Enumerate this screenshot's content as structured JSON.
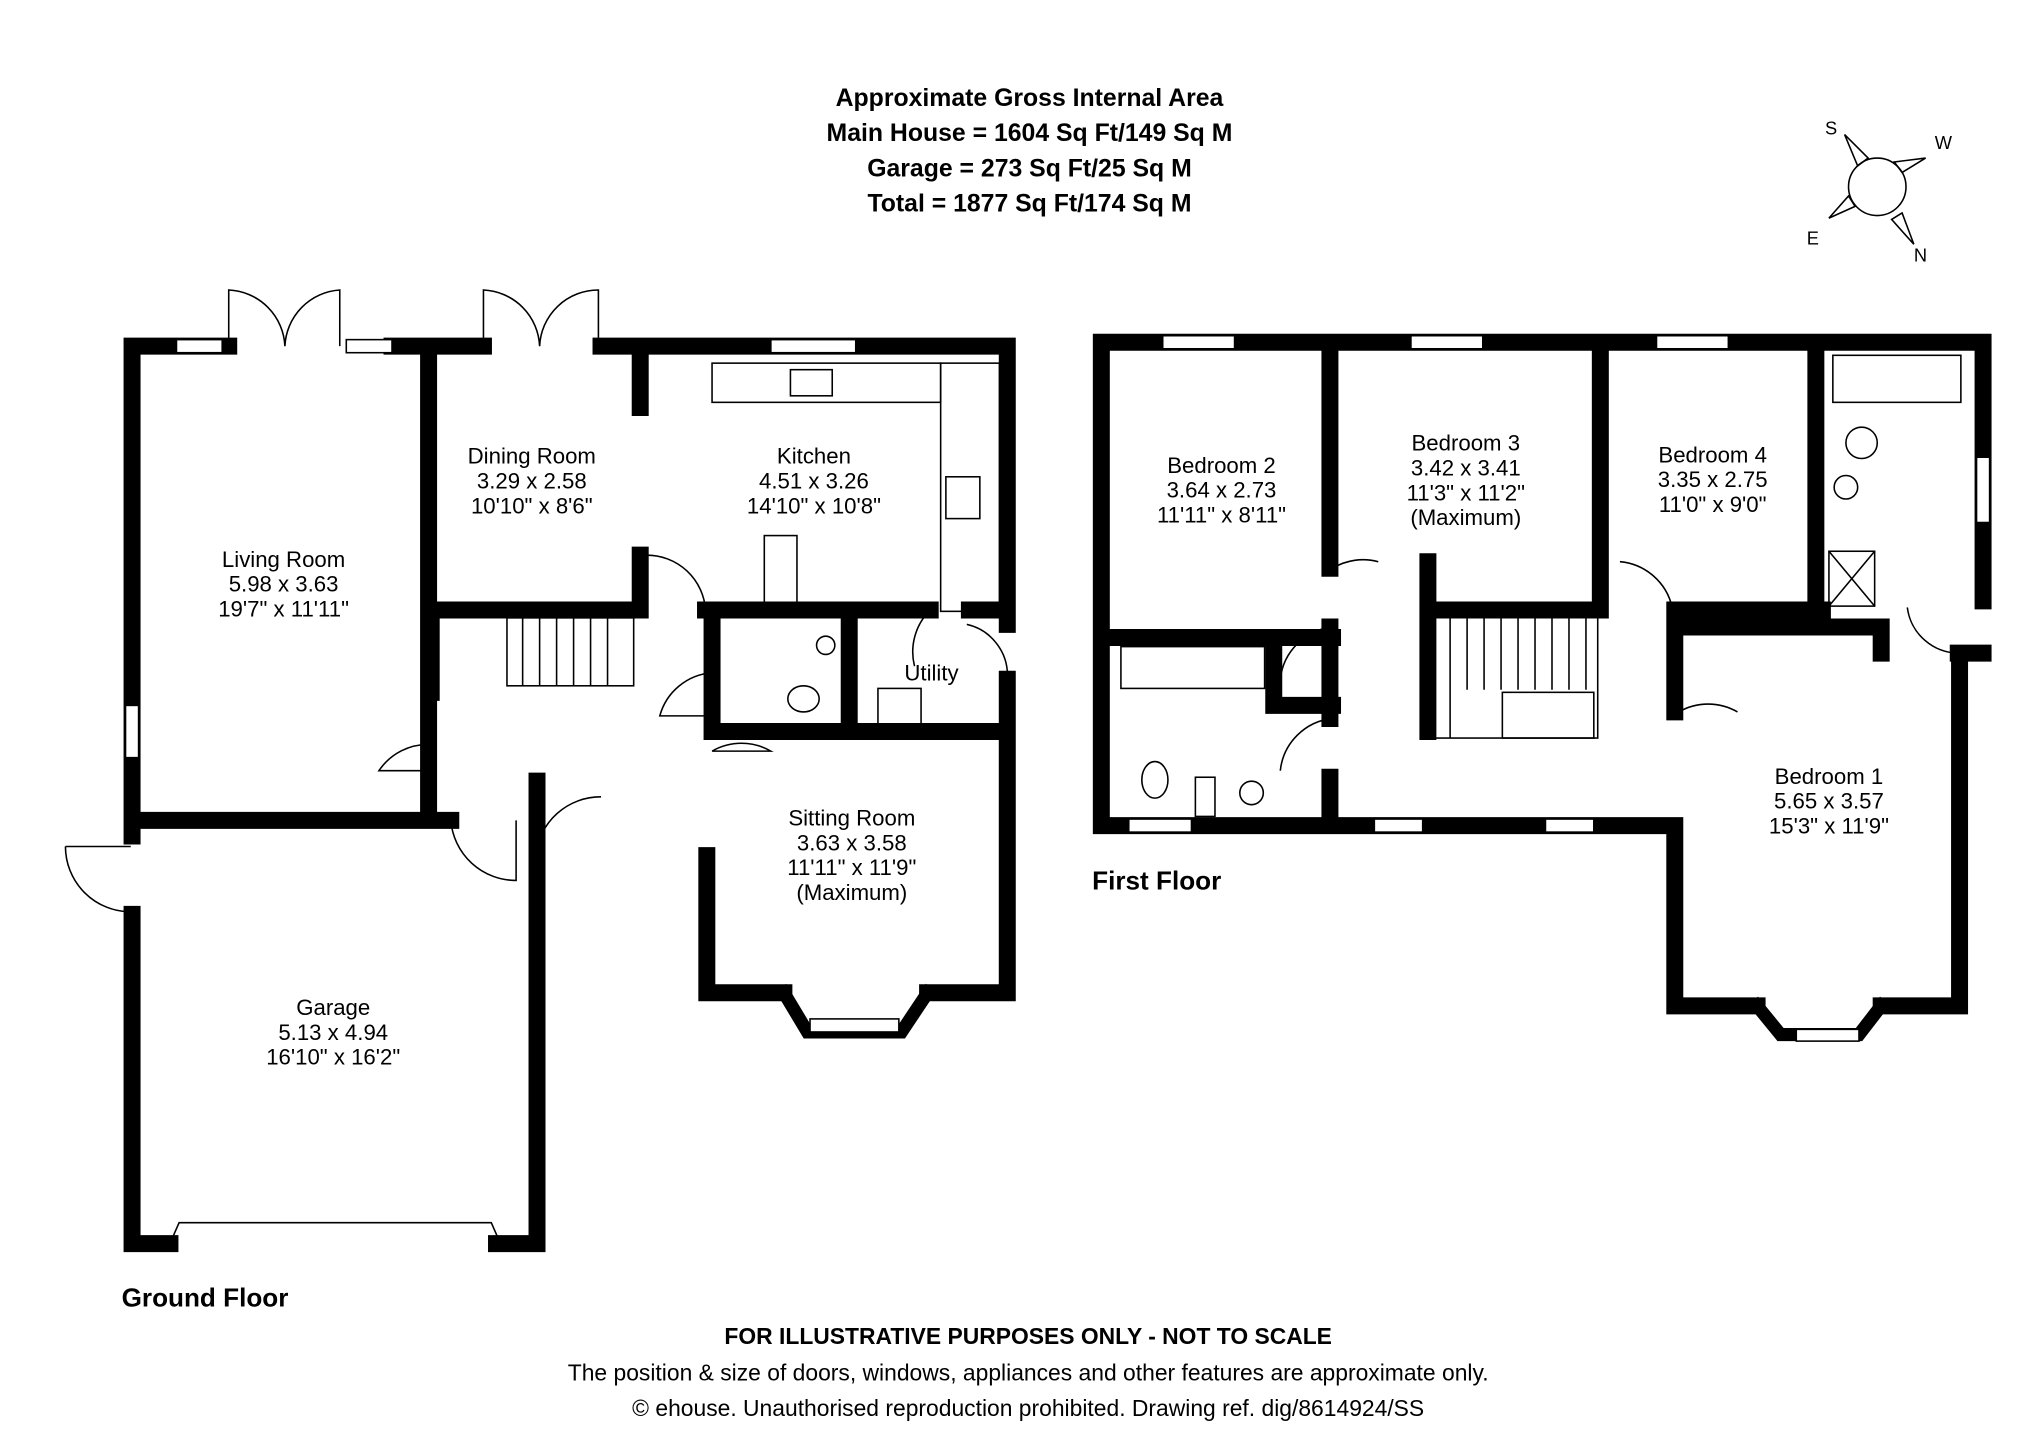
{
  "header": {
    "title": "Approximate Gross Internal Area",
    "main_house": "Main House = 1604 Sq Ft/149 Sq M",
    "garage": "Garage = 273 Sq Ft/25 Sq M",
    "total": "Total = 1877 Sq Ft/174 Sq M"
  },
  "compass": {
    "s": "S",
    "w": "W",
    "e": "E",
    "n": "N"
  },
  "ground_floor": {
    "label": "Ground Floor",
    "rooms": [
      {
        "name": "Living Room",
        "metric": "5.98 x 3.63",
        "imperial": "19'7\" x 11'11\""
      },
      {
        "name": "Dining Room",
        "metric": "3.29 x 2.58",
        "imperial": "10'10\" x 8'6\""
      },
      {
        "name": "Kitchen",
        "metric": "4.51 x 3.26",
        "imperial": "14'10\" x 10'8\""
      },
      {
        "name": "Utility"
      },
      {
        "name": "Sitting Room",
        "metric": "3.63 x 3.58",
        "imperial": "11'11\" x 11'9\"",
        "note": "(Maximum)"
      },
      {
        "name": "Garage",
        "metric": "5.13 x 4.94",
        "imperial": "16'10\" x 16'2\""
      }
    ]
  },
  "first_floor": {
    "label": "First Floor",
    "rooms": [
      {
        "name": "Bedroom 2",
        "metric": "3.64 x 2.73",
        "imperial": "11'11\" x 8'11\""
      },
      {
        "name": "Bedroom 3",
        "metric": "3.42 x 3.41",
        "imperial": "11'3\" x 11'2\"",
        "note": "(Maximum)"
      },
      {
        "name": "Bedroom 4",
        "metric": "3.35 x 2.75",
        "imperial": "11'0\" x 9'0\""
      },
      {
        "name": "Bedroom 1",
        "metric": "5.65 x 3.57",
        "imperial": "15'3\" x 11'9\""
      }
    ]
  },
  "footer": {
    "disclaimer": "FOR ILLUSTRATIVE PURPOSES ONLY - NOT TO SCALE",
    "note": "The position & size of doors, windows, appliances and other features are approximate only.",
    "copyright": "© ehouse. Unauthorised reproduction prohibited. Drawing ref. dig/8614924/SS"
  }
}
